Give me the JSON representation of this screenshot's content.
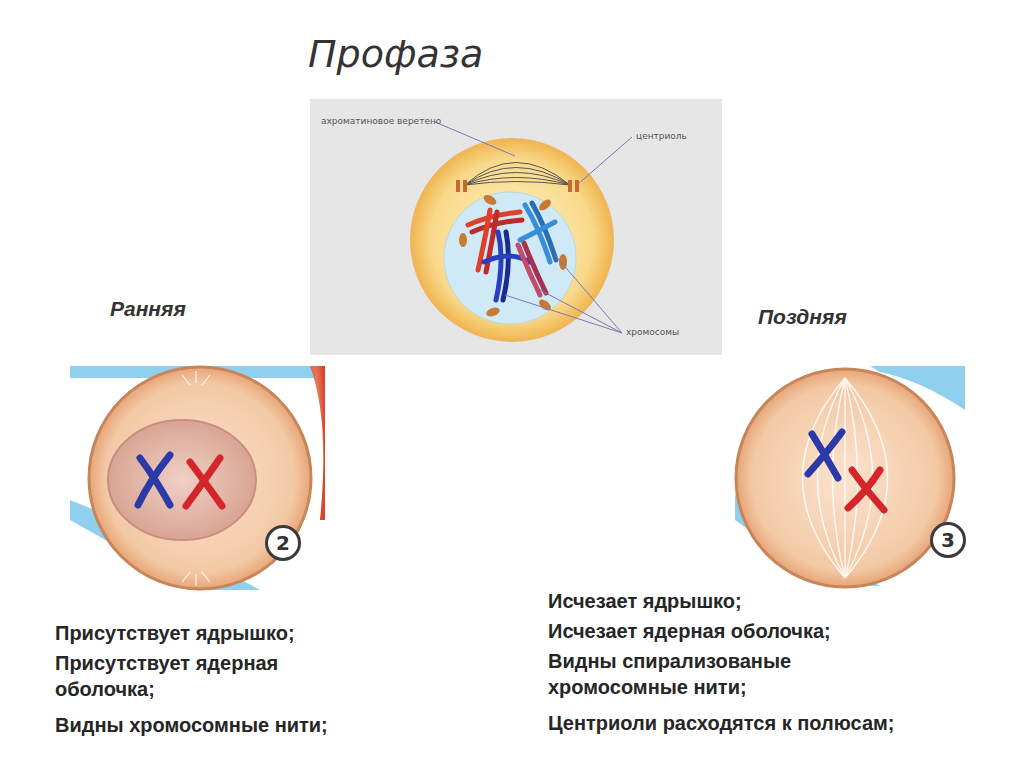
{
  "diagram": {
    "title": "Профаза",
    "nodes": [
      {
        "text": [
          "2"
        ]
      },
      {
        "text": [
          "3"
        ]
      }
    ],
    "labels": [
      "ахроматиновое веретено",
      "центриоль",
      "хромосомы",
      "Ранняя",
      "Поздняя",
      "Присутствует ядрышко;",
      "Присутствует ядерная оболочка;",
      "Видны хромосомные нити;",
      "Исчезает ядрышко;",
      "Исчезает ядерная оболочка;",
      "Видны спирализованые хромосомные нити;",
      "Центриоли расходятся к полюсам;"
    ]
  }
}
